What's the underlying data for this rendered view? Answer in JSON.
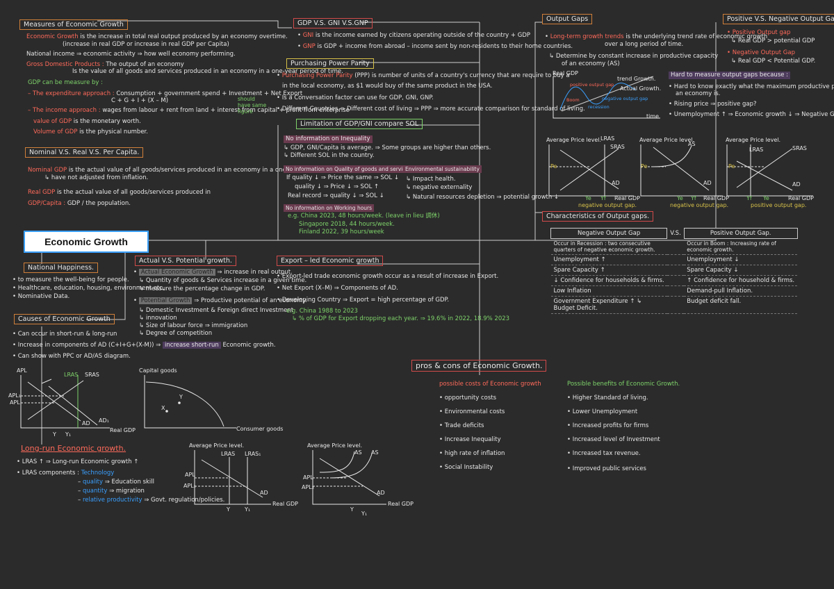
{
  "center_title": "Economic Growth",
  "measures": {
    "title": "Measures of Economic Growth",
    "l1a": "Economic Growth",
    "l1b": "is the increase in total real output produced by an economy overtime.",
    "l2": "(increase in real GDP or increase in real GDP per Capita)",
    "l3": "National income ⇒ economic activity ⇒ how well economy performing.",
    "l4a": "Gross Domestic Products :",
    "l4b": "The output of an economy",
    "l5": "Is the value of all goods and services produced in an economy in a one-year period of time.",
    "l6": "GDP can be measure by :",
    "l7a": "– The expenditure approach :",
    "l7b": "Consumption + government spend + Investment + Net Export",
    "l8": "C + G + I + (X – M)",
    "l9a": "– The income approach :",
    "l9b": "wages from labour + rent from land + interest from capital + profit from enterprise",
    "side_note": "should have same figure",
    "l10a": "value of GDP",
    "l10b": "is the monetary worth.",
    "l11a": "Volume of GDP",
    "l11b": "is the physical number."
  },
  "nominal": {
    "title": "Nominal V.S. Real V.S. Per Capita.",
    "l1a": "Nominal GDP",
    "l1b": "is the actual value of all goods/services produced in an economy in a one-year period.",
    "l2": "↳ have not adjusted from inflation.",
    "l3a": "Real GDP",
    "l3b": "is the actual value of all goods/services produced in",
    "l4a": "GDP/Capita :",
    "l4b": "GDP / the population."
  },
  "gdp_gni": {
    "title": "GDP V.S. GNI V.S.GNP",
    "l1a": "GNI",
    "l1b": "is the income earned by citizens operating outside of the country + GDP",
    "l2a": "GNP",
    "l2b": "is GDP + income from abroad – income sent by non-residents to their home countries."
  },
  "ppp": {
    "title": "Purchasing Power Parity",
    "l1a": "Purchasing Power Parity",
    "l1b": "(PPP) is number of units of a country's currency that are require to buy a",
    "l2": "in the local economy, as $1 would buy of the same product in the USA.",
    "l3": "Is a Conversation factor can use for GDP, GNI, GNP.",
    "l4": "Different Countries ⇒ Different cost of living ⇒ PPP ⇒ more accurate comparison for standard of living."
  },
  "limitation": {
    "title": "Limitation of GDP/GNI compare SOL",
    "h1": "No information on Inequality",
    "l1": "↳ GDP, GNI/Capita is average. ⇒ Some groups are higher than others.",
    "l2": "↳ Different SOL in the country.",
    "h2": "No information on Quality of goods and services",
    "l3": "If quality ↓ ⇒ Price the same ⇒ SOL ↓",
    "l4": "quality ↓ ⇒ Price ↓ ⇒ SOL ↑",
    "l5": "Real record ⇒ quality ↓ ⇒ SOL ↓",
    "h3": "Environmental sustainability",
    "l6": "↳ Impact health.",
    "l7": "↳ negative externality",
    "l8": "↳ Natural resources depletion ⇒ potential growth ↓",
    "h4": "No information on Working hours",
    "l9": "e.g. China 2023, 48 hours/week. (leave in lieu 調休)",
    "l10": "Singapore 2018, 44 hours/week.",
    "l11": "Finland 2022, 39 hours/week"
  },
  "output_gaps": {
    "title": "Output Gaps",
    "l1a": "Long-term growth trends",
    "l1b": "is the underlying trend rate of economic growth",
    "l2": "over a long period of time.",
    "l3": "↳ Determine by constant increase in productive capacity",
    "l4": "of an economy (AS)",
    "graph_y": "Real GDP",
    "graph_x": "time",
    "graph_trend": "trend Growth.",
    "graph_actual": "Actual Growth.",
    "graph_pos": "positive output gap",
    "graph_neg": "negative output gap",
    "graph_boom": "Boom",
    "graph_recession": "recession",
    "hard_title": "Hard to measure output gaps because :",
    "hard1": "Hard to know exactly what the maximum productive potential of",
    "hard1b": "an economy is.",
    "hard2": "Rising price ⇒ positive gap?",
    "hard3": "Unemployment ↑ ⇒ Economic growth ↓ ⇒ Negative Gap?"
  },
  "pos_neg": {
    "title": "Positive V.S. Negative Output Gaps",
    "l1": "Positive Output gap",
    "l2": "↳ Real GDP > potential GDP",
    "l3": "Negative Output Gap",
    "l4": "↳ Real GDP < Potential GDP."
  },
  "characteristics": {
    "title": "Characteristics of Output gaps.",
    "col_left": "Negative Output Gap",
    "col_mid": "V.S.",
    "col_right": "Positive Output Gap.",
    "rows": [
      [
        "Occur in Recession : two consecutive quarters of negative economic growth.",
        "Occur in Boom : Increasing rate of economic growth."
      ],
      [
        "Unemployment ↑",
        "Unemployment ↓"
      ],
      [
        "Spare Capacity ↑",
        "Spare Capacity ↓"
      ],
      [
        "↓ Confidence for households & firms.",
        "↑ Confidence for household & firms."
      ],
      [
        "Low Inflation",
        "Demand-pull Inflation."
      ],
      [
        "Government Expenditure ↑ ↳ Budget Deficit.",
        "Budget deficit fall."
      ]
    ]
  },
  "happiness": {
    "title": "National Happiness.",
    "l1": "to measure the well-being for people.",
    "l2": "Healthcare, education, housing, environment etc.",
    "l3": "Nominative Data."
  },
  "causes": {
    "title": "Causes of Economic Growth",
    "l1": "Can occur in short-run & long-run",
    "l2a": "Increase in components of AD (C+I+G+(X-M)) ⇒",
    "l2b": "increase short-run",
    "l2c": "Economic growth.",
    "l3": "Can show with PPC or AD/AS diagram."
  },
  "actual_potential": {
    "title": "Actual V.S. Potential growth.",
    "l1a": "Actual Economic Growth",
    "l1b": "⇒ increase in real output.",
    "l2": "↳ Quantity of goods & Services increase in a given time.",
    "l3": "↳ measure the percentage change in GDP.",
    "l4a": "Potential Growth",
    "l4b": "⇒ Productive potential of an economy.",
    "l5": "↳ Domestic Investment & Foreign direct Investment",
    "l6": "↳ innovation",
    "l7": "↳ Size of labour force ⇒ immigration",
    "l8": "↳ Degree of competition"
  },
  "export": {
    "title": "Export – led Economic growth",
    "l1": "Export-led trade economic growth occur as a result of increase in Export.",
    "l2": "Net Export (X–M) ⇒ Components of AD.",
    "l3": "Developing Country ⇒ Export = high percentage of GDP.",
    "l4": "e.g. China 1988 to 2023",
    "l5": "↳ % of GDP for Export dropping each year. ⇒ 19.6% in 2022, 18.9% 2023"
  },
  "pros_cons": {
    "title": "pros & cons of Economic Growth.",
    "costs_title": "possible costs of Economic growth",
    "costs": [
      "opportunity costs",
      "Environmental costs",
      "Trade deficits",
      "Increase Inequality",
      "high rate of inflation",
      "Social Instability"
    ],
    "benefits_title": "Possible benefits of Economic Growth.",
    "benefits": [
      "Higher Standard of living.",
      "Lower Unemployment",
      "Increased profits for firms",
      "Increased level of Investment",
      "Increased tax revenue.",
      "Improved public services"
    ]
  },
  "long_run": {
    "title": "Long-run Economic growth.",
    "l1": "LRAS ↑ ⇒ Long-run Economic growth ↑",
    "l2": "LRAS components :",
    "c1": "Technology",
    "c2a": "quality",
    "c2b": "⇒ Education skill",
    "c3a": "quantity",
    "c3b": "⇒ migration",
    "c4a": "relative productivity",
    "c4b": "⇒ Govt. regulation/policies."
  },
  "charts": {
    "adas1": {
      "ylabel": "APL",
      "lras": "LRAS",
      "sras": "SRAS",
      "ad": "AD",
      "ad1": "AD₁",
      "xlabel": "Real GDP",
      "y": "Y",
      "y1": "Y₁",
      "apl1": "APL₁",
      "apl": "APL"
    },
    "ppc": {
      "ylabel": "Capital goods",
      "xlabel": "Consumer goods",
      "x": "X",
      "y": "Y"
    },
    "lras_shift": {
      "ylabel": "Average Price level.",
      "lras": "LRAS",
      "lras1": "LRAS₁",
      "ad": "AD",
      "xlabel": "Real GDP",
      "apl": "APL",
      "apl1": "APL₁",
      "y": "Y",
      "y1": "Y₁"
    },
    "as_shift": {
      "ylabel": "Average Price level.",
      "as": "AS",
      "as1": "AS",
      "ad": "AD",
      "xlabel": "Real GDP",
      "apl": "APL",
      "apl2": "APL₂",
      "y": "Y",
      "y1": "Y₁"
    },
    "gap1": {
      "ylabel": "Average Price level.",
      "lras": "LRAS",
      "sras": "SRAS",
      "ad": "AD",
      "xlabel": "Real GDP",
      "pe": "Pe",
      "ye": "Ye",
      "yf": "Yf",
      "caption": "negative output gap."
    },
    "gap2": {
      "ylabel": "Average Price level.",
      "as": "AS",
      "ad": "AD",
      "xlabel": "Real GDP",
      "pe": "Pe",
      "ye": "Ye",
      "yf": "Yf",
      "caption": "negative output gap."
    },
    "gap3": {
      "ylabel": "Average Price level.",
      "lras": "LRAS",
      "sras": "SRAS",
      "ad": "AD",
      "xlabel": "Real GDP",
      "pe": "Pe",
      "yf": "Yf",
      "ye": "Ye",
      "caption": "positive output gap."
    }
  }
}
